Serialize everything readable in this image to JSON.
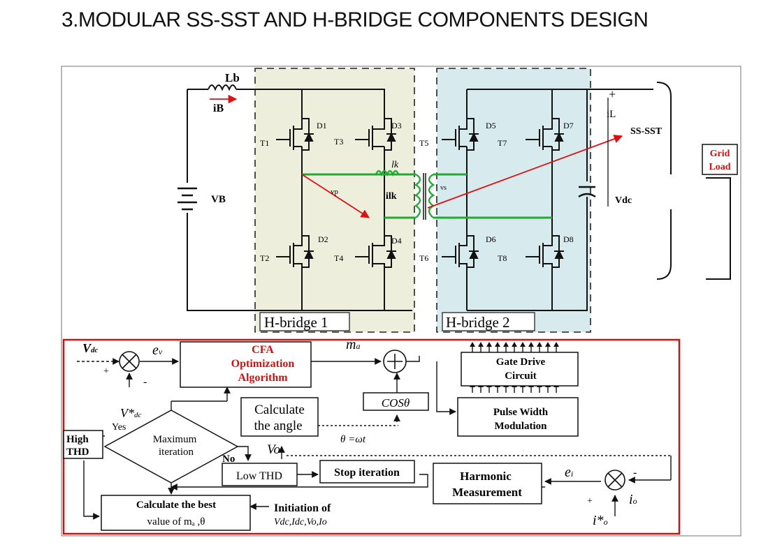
{
  "title": "3.MODULAR SS-SST AND H-BRIDGE COMPONENTS DESIGN",
  "labels": {
    "Lb": "Lb",
    "iB": "iB",
    "VB": "VB",
    "T1": "T1",
    "T2": "T2",
    "T3": "T3",
    "T4": "T4",
    "T5": "T5",
    "T6": "T6",
    "T7": "T7",
    "T8": "T8",
    "D1": "D1",
    "D2": "D2",
    "D3": "D3",
    "D4": "D4",
    "D5": "D5",
    "D6": "D6",
    "D7": "D7",
    "D8": "D8",
    "vp": "vp",
    "lk": "lk",
    "ilk": "ilk",
    "vs": "vs",
    "plus_top": "+",
    "iL": "iL",
    "ss_sst": "SS-SST",
    "vdc": "Vdc",
    "grid_line1": "Grid",
    "grid_line2": "Load",
    "hbridge1": "H-bridge 1",
    "hbridge2": "H-bridge 2"
  },
  "control": {
    "vdc": "V",
    "vdc_sub": "dc",
    "ev": "e",
    "ev_sub": "v",
    "minus1": "-",
    "plus1": "+",
    "cfa_title": "CFA",
    "cfa_line2": "Optimization",
    "cfa_line3": "Algorithm",
    "ma": "m",
    "ma_sub": "a",
    "cos": "COSθ",
    "theta_eq": "θ =ωt",
    "calc_line1": "Calculate",
    "calc_line2": "the angle",
    "vdc_ref": "V*",
    "vdc_ref_sub": "dc",
    "yes": "Yes",
    "high_line1": "High",
    "high_line2": "THD",
    "max_line1": "Maximum",
    "max_line2": "iteration",
    "no": "No",
    "vo": "Vo",
    "low_thd": "Low THD",
    "stop": "Stop iteration",
    "best_line1": "Calculate the best",
    "best_line2": "value of mₐ ,θ",
    "init_line1": "Initiation of",
    "init_line2": "Vdc,Idc,Vo,Io",
    "gate_line1": "Gate Drive",
    "gate_line2": "Circuit",
    "pwm_line1": "Pulse Width",
    "pwm_line2": "Modulation",
    "harm_line1": "Harmonic",
    "harm_line2": "Measurement",
    "ei": "e",
    "ei_sub": "i",
    "io": "i",
    "io_sub": "o",
    "io_ref": "i*",
    "io_ref_sub": "o",
    "plus2": "+",
    "minus2": "-"
  },
  "colors": {
    "hbridge1_fill": "#eeeedd",
    "hbridge2_fill": "#d7ebee",
    "green_wire": "#22aa33",
    "red": "#dd1111",
    "control_border": "#cc1111"
  }
}
